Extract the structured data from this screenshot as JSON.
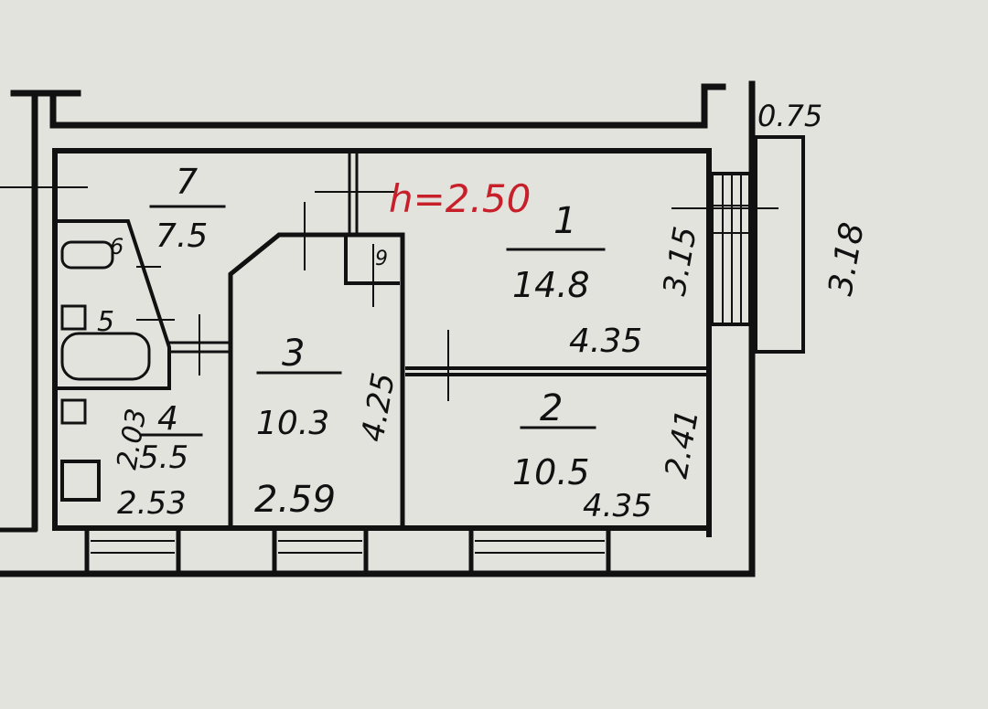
{
  "ceiling_height": "h=2.50",
  "rooms": [
    {
      "number": "1",
      "area": "14.8",
      "width": "4.35",
      "depth": "3.15"
    },
    {
      "number": "2",
      "area": "10.5",
      "width": "4.35",
      "depth": "2.41"
    },
    {
      "number": "3",
      "area": "10.3",
      "width": "2.59",
      "depth": "4.25"
    },
    {
      "number": "4",
      "area": "5.5",
      "width": "2.53",
      "depth": "2.03"
    },
    {
      "number": "7",
      "area": "7.5"
    }
  ],
  "fixtures": {
    "bath": "5",
    "toilet": "6",
    "closet": "9"
  },
  "balcony": {
    "width": "0.75",
    "length": "3.18"
  },
  "colors": {
    "ink": "#111111",
    "paper": "#e3e3de",
    "annotation": "#c8202a"
  }
}
